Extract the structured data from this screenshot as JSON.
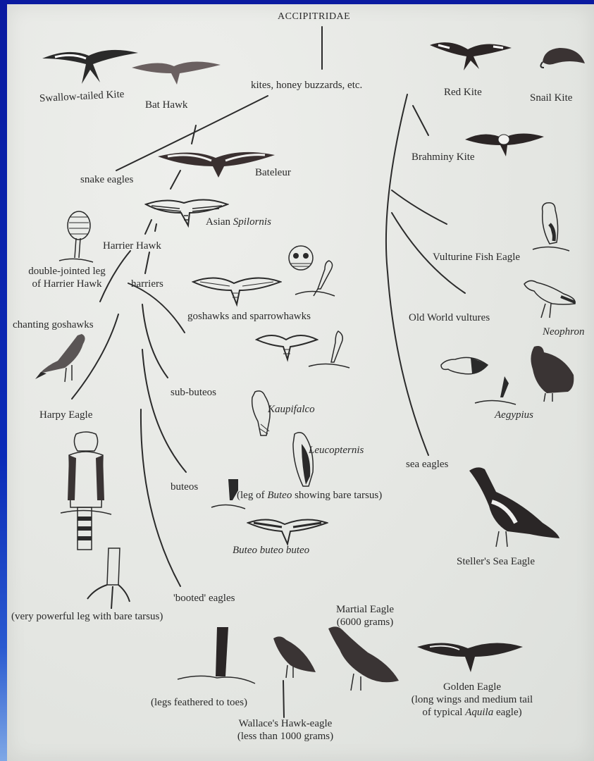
{
  "title": "ACCIPITRIDAE",
  "nodes": {
    "kites": "kites, honey buzzards, etc.",
    "swallow_tailed_kite": "Swallow-tailed Kite",
    "bat_hawk": "Bat Hawk",
    "red_kite": "Red Kite",
    "snail_kite": "Snail Kite",
    "brahminy_kite": "Brahminy Kite",
    "snake_eagles": "snake eagles",
    "bateleur": "Bateleur",
    "asian_spilornis_prefix": "Asian ",
    "asian_spilornis_italic": "Spilornis",
    "harrier_hawk": "Harrier Hawk",
    "double_jointed_1": "double-jointed leg",
    "double_jointed_2": "of Harrier Hawk",
    "harriers": "harriers",
    "goshawks": "goshawks and sparrowhawks",
    "chanting_goshawks": "chanting goshawks",
    "vulturine_fish_eagle": "Vulturine Fish Eagle",
    "old_world_vultures": "Old World vultures",
    "neophron": "Neophron",
    "aegypius": "Aegypius",
    "harpy_eagle": "Harpy Eagle",
    "sub_buteos": "sub-buteos",
    "kaupifalco": "Kaupifalco",
    "leucopternis": "Leucopternis",
    "sea_eagles": "sea eagles",
    "buteos": "buteos",
    "buteo_leg_prefix": "(leg of ",
    "buteo_leg_italic": "Buteo",
    "buteo_leg_suffix": " showing bare tarsus)",
    "buteo_buteo": "Buteo buteo buteo",
    "stellers": "Steller's Sea Eagle",
    "booted_eagles": "'booted' eagles",
    "powerful_leg": "(very powerful leg with bare tarsus)",
    "martial_1": "Martial Eagle",
    "martial_2": "(6000 grams)",
    "golden_1": "Golden Eagle",
    "golden_2": "(long wings and medium tail",
    "golden_3_prefix": "of typical ",
    "golden_3_italic": "Aquila",
    "golden_3_suffix": " eagle)",
    "legs_feathered": "(legs feathered to toes)",
    "wallace_1": "Wallace's Hawk-eagle",
    "wallace_2": "(less than 1000 grams)"
  },
  "colors": {
    "frame_blue": "#0b2bb8",
    "paper": "#e8e9e6",
    "ink": "#2a2a2a"
  }
}
